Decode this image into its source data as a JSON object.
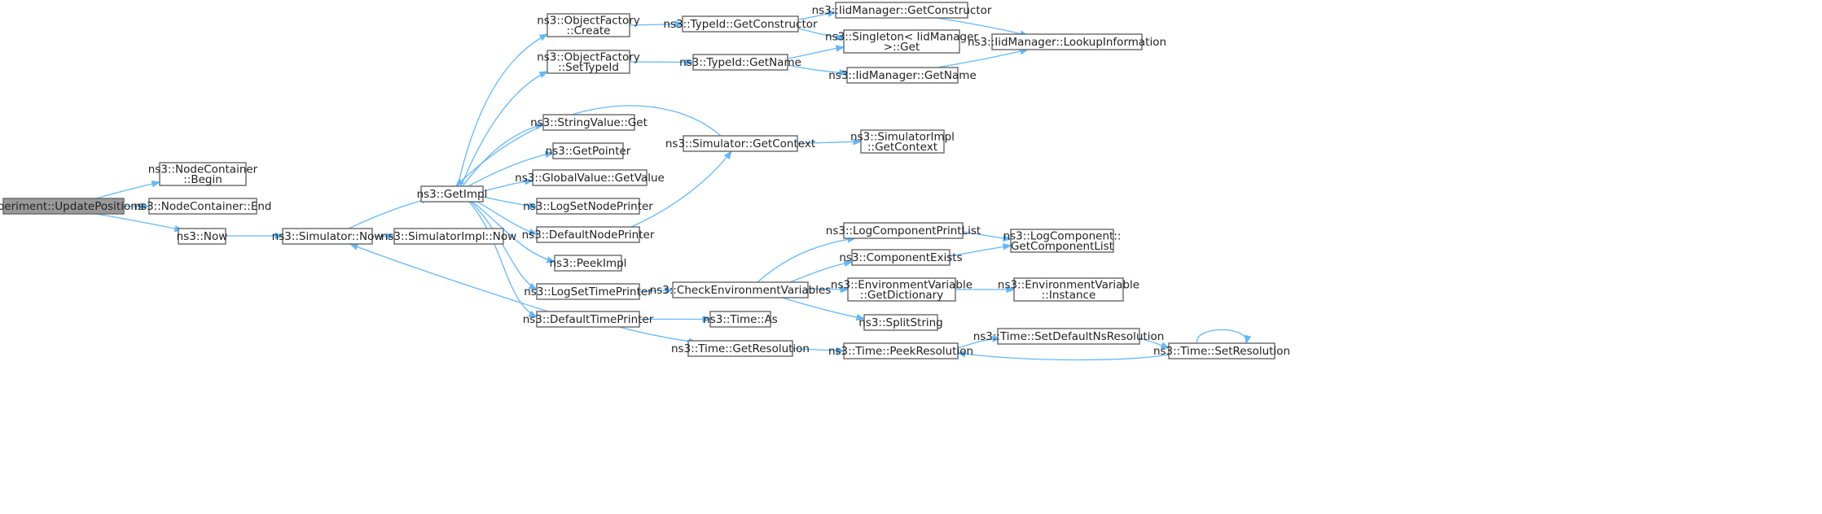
{
  "graph": {
    "nodes": [
      {
        "id": "exp",
        "lines": [
          "Experiment::UpdatePositions"
        ],
        "root": true
      },
      {
        "id": "ncBegin",
        "lines": [
          "ns3::NodeContainer",
          "::Begin"
        ]
      },
      {
        "id": "ncEnd",
        "lines": [
          "ns3::NodeContainer::End"
        ]
      },
      {
        "id": "now",
        "lines": [
          "ns3::Now"
        ]
      },
      {
        "id": "simNow",
        "lines": [
          "ns3::Simulator::Now"
        ]
      },
      {
        "id": "simImplNow",
        "lines": [
          "ns3::SimulatorImpl::Now"
        ]
      },
      {
        "id": "getImpl",
        "lines": [
          "ns3::GetImpl"
        ]
      },
      {
        "id": "ofCreate",
        "lines": [
          "ns3::ObjectFactory",
          "::Create"
        ]
      },
      {
        "id": "ofSetTypeId",
        "lines": [
          "ns3::ObjectFactory",
          "::SetTypeId"
        ]
      },
      {
        "id": "strGet",
        "lines": [
          "ns3::StringValue::Get"
        ]
      },
      {
        "id": "getPointer",
        "lines": [
          "ns3::GetPointer"
        ]
      },
      {
        "id": "gvGetValue",
        "lines": [
          "ns3::GlobalValue::GetValue"
        ]
      },
      {
        "id": "logSetNode",
        "lines": [
          "ns3::LogSetNodePrinter"
        ]
      },
      {
        "id": "defNode",
        "lines": [
          "ns3::DefaultNodePrinter"
        ]
      },
      {
        "id": "peekImpl",
        "lines": [
          "ns3::PeekImpl"
        ]
      },
      {
        "id": "logSetTime",
        "lines": [
          "ns3::LogSetTimePrinter"
        ]
      },
      {
        "id": "defTime",
        "lines": [
          "ns3::DefaultTimePrinter"
        ]
      },
      {
        "id": "tidGetCtor",
        "lines": [
          "ns3::TypeId::GetConstructor"
        ]
      },
      {
        "id": "tidGetName",
        "lines": [
          "ns3::TypeId::GetName"
        ]
      },
      {
        "id": "simGetCtx",
        "lines": [
          "ns3::Simulator::GetContext"
        ]
      },
      {
        "id": "checkEnv",
        "lines": [
          "ns3::CheckEnvironmentVariables"
        ]
      },
      {
        "id": "timeAs",
        "lines": [
          "ns3::Time::As"
        ]
      },
      {
        "id": "timeGetRes",
        "lines": [
          "ns3::Time::GetResolution"
        ]
      },
      {
        "id": "iidGetCtor",
        "lines": [
          "ns3::IidManager::GetConstructor"
        ]
      },
      {
        "id": "singleton",
        "lines": [
          "ns3::Singleton< IidManager",
          "  >::Get"
        ]
      },
      {
        "id": "iidGetName",
        "lines": [
          "ns3::IidManager::GetName"
        ]
      },
      {
        "id": "simImplGetCtx",
        "lines": [
          "ns3::SimulatorImpl",
          "::GetContext"
        ]
      },
      {
        "id": "logCompPrint",
        "lines": [
          "ns3::LogComponentPrintList"
        ]
      },
      {
        "id": "compExists",
        "lines": [
          "ns3::ComponentExists"
        ]
      },
      {
        "id": "envGetDict",
        "lines": [
          "ns3::EnvironmentVariable",
          "::GetDictionary"
        ]
      },
      {
        "id": "splitString",
        "lines": [
          "ns3::SplitString"
        ]
      },
      {
        "id": "timePeekRes",
        "lines": [
          "ns3::Time::PeekResolution"
        ]
      },
      {
        "id": "iidLookup",
        "lines": [
          "ns3::IidManager::LookupInformation"
        ]
      },
      {
        "id": "logCompGetList",
        "lines": [
          "ns3::LogComponent::",
          "GetComponentList"
        ]
      },
      {
        "id": "envInstance",
        "lines": [
          "ns3::EnvironmentVariable",
          "::Instance"
        ]
      },
      {
        "id": "timeSetDefNs",
        "lines": [
          "ns3::Time::SetDefaultNsResolution"
        ]
      },
      {
        "id": "timeSetRes",
        "lines": [
          "ns3::Time::SetResolution"
        ]
      }
    ],
    "edges": [
      [
        "exp",
        "ncBegin"
      ],
      [
        "exp",
        "ncEnd"
      ],
      [
        "exp",
        "now"
      ],
      [
        "now",
        "simNow"
      ],
      [
        "simNow",
        "simImplNow"
      ],
      [
        "simNow",
        "getImpl"
      ],
      [
        "getImpl",
        "ofCreate"
      ],
      [
        "getImpl",
        "ofSetTypeId"
      ],
      [
        "getImpl",
        "strGet"
      ],
      [
        "getImpl",
        "getPointer"
      ],
      [
        "getImpl",
        "gvGetValue"
      ],
      [
        "getImpl",
        "logSetNode"
      ],
      [
        "getImpl",
        "defNode"
      ],
      [
        "getImpl",
        "peekImpl"
      ],
      [
        "getImpl",
        "logSetTime"
      ],
      [
        "getImpl",
        "defTime"
      ],
      [
        "ofCreate",
        "tidGetCtor"
      ],
      [
        "ofSetTypeId",
        "tidGetName"
      ],
      [
        "tidGetCtor",
        "iidGetCtor"
      ],
      [
        "tidGetCtor",
        "singleton"
      ],
      [
        "tidGetName",
        "singleton"
      ],
      [
        "tidGetName",
        "iidGetName"
      ],
      [
        "iidGetCtor",
        "iidLookup"
      ],
      [
        "iidGetName",
        "iidLookup"
      ],
      [
        "defNode",
        "simGetCtx"
      ],
      [
        "simGetCtx",
        "getImpl"
      ],
      [
        "simGetCtx",
        "simImplGetCtx"
      ],
      [
        "logSetTime",
        "checkEnv"
      ],
      [
        "defTime",
        "simNow"
      ],
      [
        "defTime",
        "timeAs"
      ],
      [
        "defTime",
        "timeGetRes"
      ],
      [
        "checkEnv",
        "logCompPrint"
      ],
      [
        "checkEnv",
        "compExists"
      ],
      [
        "checkEnv",
        "envGetDict"
      ],
      [
        "checkEnv",
        "splitString"
      ],
      [
        "logCompPrint",
        "logCompGetList"
      ],
      [
        "compExists",
        "logCompGetList"
      ],
      [
        "envGetDict",
        "envInstance"
      ],
      [
        "timeGetRes",
        "timePeekRes"
      ],
      [
        "timePeekRes",
        "timeSetDefNs"
      ],
      [
        "timeSetDefNs",
        "timeSetRes"
      ],
      [
        "timeSetRes",
        "timePeekRes"
      ],
      [
        "timeSetRes",
        "timeSetRes"
      ]
    ]
  },
  "colors": {
    "edge": "#63b8ff",
    "node_border": "#666666",
    "root_fill": "#999999",
    "node_fill": "#ffffff"
  }
}
